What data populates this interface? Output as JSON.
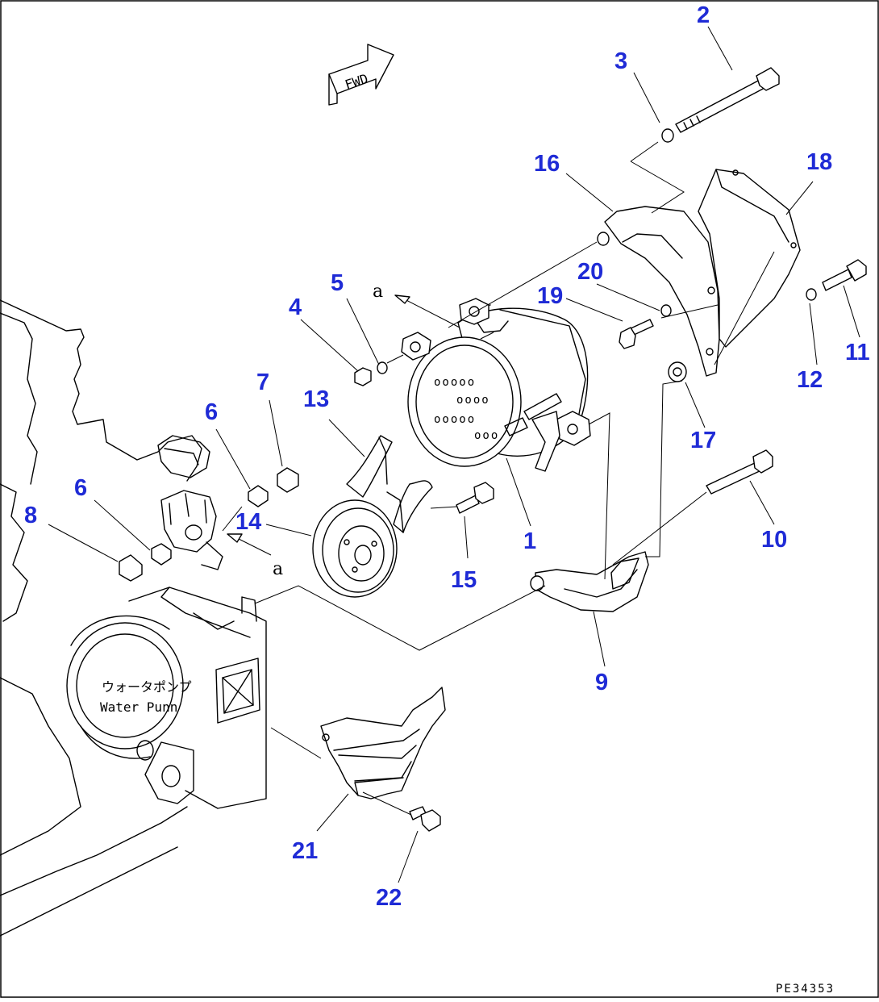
{
  "fwd_label": "FWD",
  "callouts": [
    "1",
    "2",
    "3",
    "4",
    "5",
    "6",
    "6",
    "7",
    "8",
    "9",
    "10",
    "11",
    "12",
    "13",
    "14",
    "15",
    "16",
    "17",
    "18",
    "19",
    "20",
    "21",
    "22"
  ],
  "ref_labels": [
    "a",
    "a"
  ],
  "pump_label_jp": "ウォータポンプ",
  "pump_label_en": "Water Punn",
  "drawing_code": "PE34353"
}
